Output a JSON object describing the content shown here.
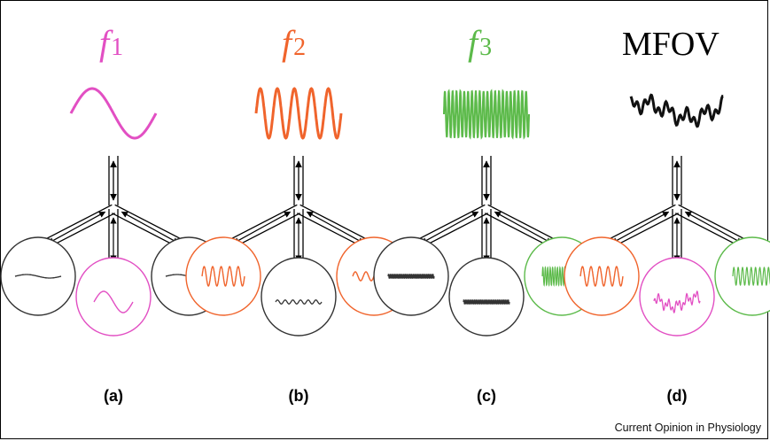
{
  "colors": {
    "f1": "#e24fc3",
    "f2": "#f0642c",
    "f3": "#5cba4a",
    "neutral": "#333333",
    "mixed": "#111111"
  },
  "panels": [
    {
      "id": "a",
      "symbol": "f",
      "subscript": "1",
      "label": "(a)",
      "source_signal": "f1",
      "neurons": [
        "neutral",
        "f1",
        "neutral"
      ]
    },
    {
      "id": "b",
      "symbol": "f",
      "subscript": "2",
      "label": "(b)",
      "source_signal": "f2",
      "neurons": [
        "f2",
        "neutral",
        "f2"
      ]
    },
    {
      "id": "c",
      "symbol": "f",
      "subscript": "3",
      "label": "(c)",
      "source_signal": "f3",
      "neurons": [
        "neutral",
        "neutral",
        "f3"
      ]
    },
    {
      "id": "d",
      "title": "MFOV",
      "label": "(d)",
      "source_signal": "mixed",
      "neurons": [
        "f2",
        "f1",
        "f3"
      ]
    }
  ],
  "credit": "Current Opinion in Physiology"
}
